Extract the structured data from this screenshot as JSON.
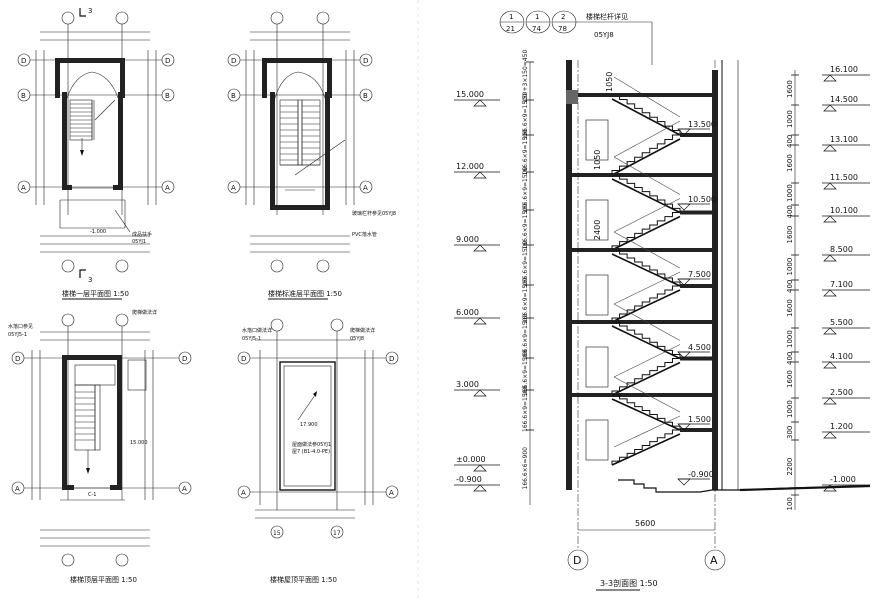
{
  "titles": {
    "plan1": "楼梯一层平面图 1:50",
    "plan2": "楼梯标准层平面图 1:50",
    "plan3": "楼梯顶层平面图 1:50",
    "plan4": "楼梯屋顶平面图 1:50",
    "section": "3-3剖面图 1:50"
  },
  "section_callout": {
    "refs": [
      {
        "top": "1",
        "bottom": "21"
      },
      {
        "top": "1",
        "bottom": "74"
      },
      {
        "top": "2",
        "bottom": "78"
      }
    ],
    "label": "楼梯栏杆详见",
    "code": "05YJ8"
  },
  "section_left_elevations": [
    "15.000",
    "12.000",
    "9.000",
    "6.000",
    "3.000",
    "±0.000",
    "-0.900"
  ],
  "section_left_dims": [
    "150+3×150=450",
    "166.6×9=1500",
    "166.6×9=1500",
    "166.6×9=1500",
    "166.6×9=1500",
    "166.6×9=1500",
    "166.6×9=1500",
    "166.6×9=1500",
    "166.6×9=1500",
    "166.6×9=1500",
    "166.6×6=900"
  ],
  "section_landing_levels": [
    "13.500",
    "10.500",
    "7.500",
    "4.500",
    "1.500",
    "-0.900"
  ],
  "section_right_elevations": [
    "16.100",
    "14.500",
    "13.100",
    "11.500",
    "10.100",
    "8.500",
    "7.100",
    "5.500",
    "4.100",
    "2.500",
    "1.200",
    "-1.000"
  ],
  "section_right_dims": [
    "1600",
    "1000",
    "400",
    "1600",
    "1000",
    "400",
    "1600",
    "1000",
    "400",
    "1600",
    "1000",
    "400",
    "1600",
    "1000",
    "300",
    "2200",
    "100"
  ],
  "section_inner_dims": [
    "1050",
    "1050",
    "2400"
  ],
  "section_bottom_dim": "5600",
  "section_axes": [
    "D",
    "A"
  ],
  "plan_axes_lr": [
    "D",
    "B",
    "A"
  ],
  "plan_axes_bottom": [
    "15",
    "17"
  ],
  "plan_notes": {
    "p1_a": "成品扶手",
    "p1_b": "05YJ1",
    "p1_level": "-1.000",
    "p2_a": "玻璃栏杆参见05YJ8",
    "p2_b": "PVC落水管",
    "p3_a": "水落口参见",
    "p3_b": "05YJ5-1",
    "p3_c": "爬梯做法详",
    "p3_level": "15.000",
    "p3_door": "C-1",
    "p4_a": "水落口做法详",
    "p4_b": "05YJ5-1",
    "p4_c": "爬梯做法详",
    "p4_d": "05YJ8",
    "p4_level": "17.900",
    "p4_roof": "屋面做法参05YJ1",
    "p4_roof2": "屋7 (B1-4.0-PE)",
    "section_mark": "3"
  }
}
